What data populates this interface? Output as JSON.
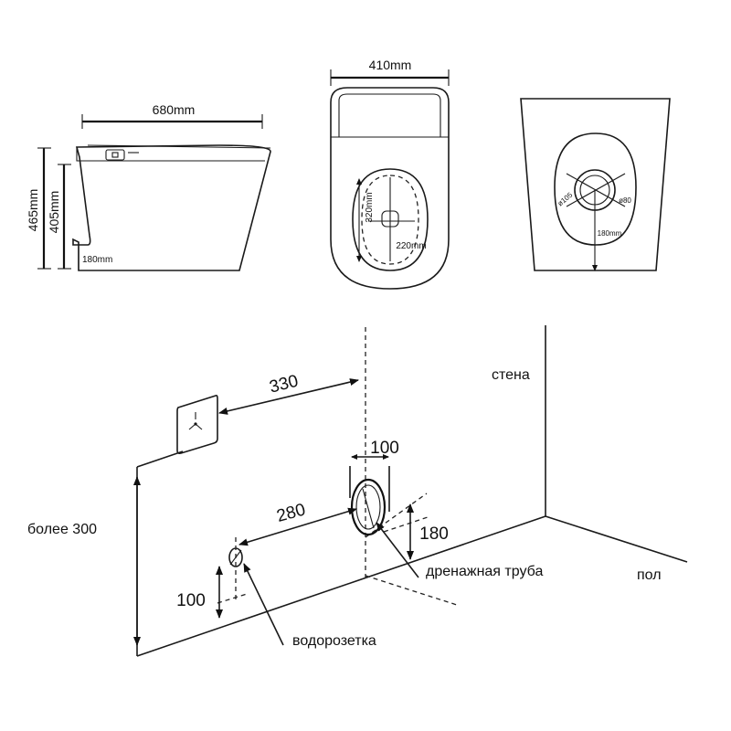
{
  "top_views": {
    "side": {
      "length": "680mm",
      "height_total": "465mm",
      "height_seat": "405mm",
      "outlet_height": "180mm"
    },
    "top": {
      "width": "410mm",
      "hole_depth": "320mm",
      "hole_width": "220mm"
    },
    "bottom": {
      "diameter_outer": "ø105",
      "diameter_inner": "ø80",
      "center_distance": "180mm"
    }
  },
  "installation": {
    "dim_330": "330",
    "dim_100_top": "100",
    "dim_280": "280",
    "dim_180": "180",
    "dim_100_left": "100",
    "dim_300": "более 300",
    "label_wall": "стена",
    "label_floor": "пол",
    "label_drain": "дренажная труба",
    "label_water": "водорозетка"
  }
}
